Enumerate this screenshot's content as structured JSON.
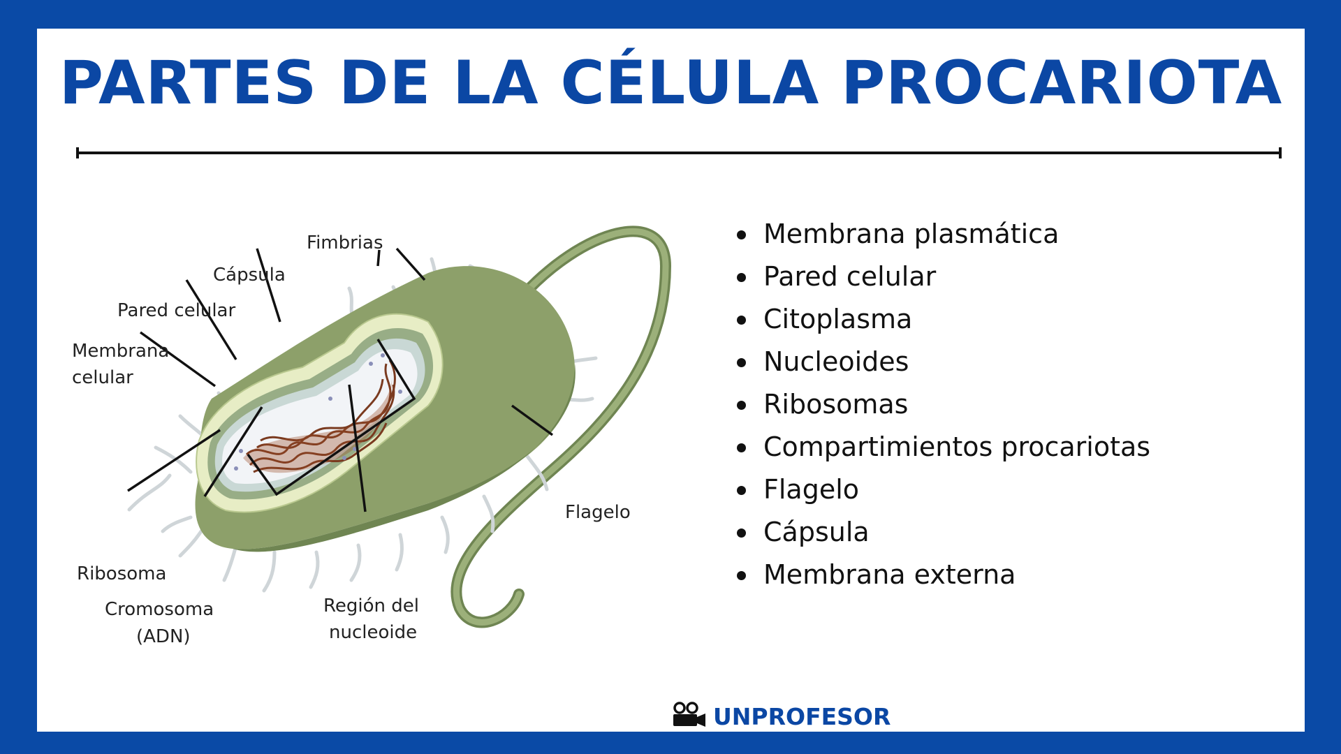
{
  "title": "PARTES DE LA CÉLULA PROCARIOTA",
  "diagram": {
    "labels": {
      "fimbrias": "Fimbrias",
      "capsula": "Cápsula",
      "pared_celular": "Pared celular",
      "membrana_line1": "Membrana",
      "membrana_line2": "celular",
      "ribosoma": "Ribosoma",
      "cromosoma_line1": "Cromosoma",
      "cromosoma_line2": "(ADN)",
      "region_line1": "Región del",
      "region_line2": "nucleoide",
      "flagelo": "Flagelo"
    },
    "colors": {
      "cell_outer": "#8da06a",
      "cell_shadow": "#6f8552",
      "capsule_section": "#e7edc5",
      "wall_section": "#98ad86",
      "membrane_section": "#c9d8d5",
      "cytoplasm": "#f2f4f7",
      "dna": "#7a3a1f",
      "pili": "#d9dde0"
    }
  },
  "parts": [
    "Membrana plasmática",
    "Pared celular",
    "Citoplasma",
    "Nucleoides",
    "Ribosomas",
    "Compartimientos procariotas",
    "Flagelo",
    "Cápsula",
    "Membrana externa"
  ],
  "brand": {
    "text": "UNPROFESOR",
    "icon": "projector-icon"
  },
  "colors": {
    "frame": "#0a4aa6",
    "title": "#0b47a4",
    "card": "#ffffff"
  }
}
